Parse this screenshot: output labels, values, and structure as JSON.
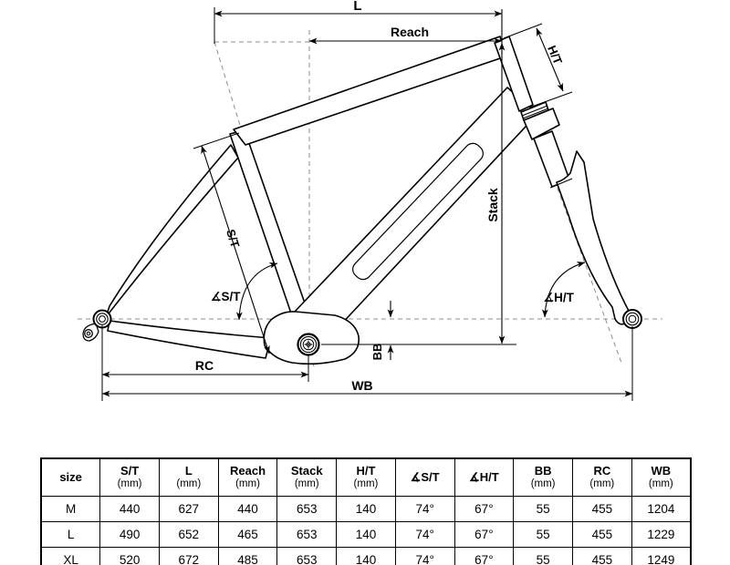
{
  "diagram": {
    "labels": {
      "l": "L",
      "reach": "Reach",
      "ht": "H/T",
      "stack": "Stack",
      "st": "S/T",
      "angle_st": "∡S/T",
      "angle_ht": "∡H/T",
      "bb": "BB",
      "rc": "RC",
      "wb": "WB"
    },
    "colors": {
      "ink": "#000000",
      "construction": "#8c8c8c",
      "background": "#ffffff"
    }
  },
  "table": {
    "columns": [
      {
        "label": "size",
        "unit": ""
      },
      {
        "label": "S/T",
        "unit": "(mm)"
      },
      {
        "label": "L",
        "unit": "(mm)"
      },
      {
        "label": "Reach",
        "unit": "(mm)"
      },
      {
        "label": "Stack",
        "unit": "(mm)"
      },
      {
        "label": "H/T",
        "unit": "(mm)"
      },
      {
        "label": "∡S/T",
        "unit": ""
      },
      {
        "label": "∡H/T",
        "unit": ""
      },
      {
        "label": "BB",
        "unit": "(mm)"
      },
      {
        "label": "RC",
        "unit": "(mm)"
      },
      {
        "label": "WB",
        "unit": "(mm)"
      }
    ],
    "rows": [
      [
        "M",
        "440",
        "627",
        "440",
        "653",
        "140",
        "74°",
        "67°",
        "55",
        "455",
        "1204"
      ],
      [
        "L",
        "490",
        "652",
        "465",
        "653",
        "140",
        "74°",
        "67°",
        "55",
        "455",
        "1229"
      ],
      [
        "XL",
        "520",
        "672",
        "485",
        "653",
        "140",
        "74°",
        "67°",
        "55",
        "455",
        "1249"
      ]
    ]
  }
}
